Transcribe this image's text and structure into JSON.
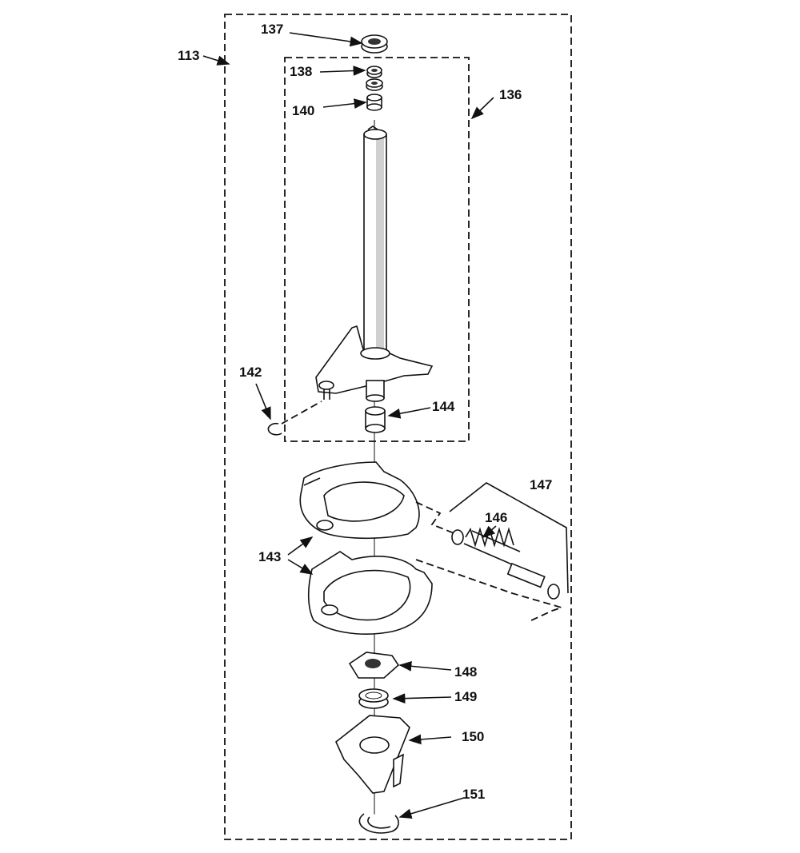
{
  "labels": {
    "l113": "113",
    "l136": "136",
    "l137": "137",
    "l138": "138",
    "l140": "140",
    "l142": "142",
    "l143": "143",
    "l144": "144",
    "l146": "146",
    "l147": "147",
    "l148": "148",
    "l149": "149",
    "l150": "150",
    "l151": "151"
  }
}
